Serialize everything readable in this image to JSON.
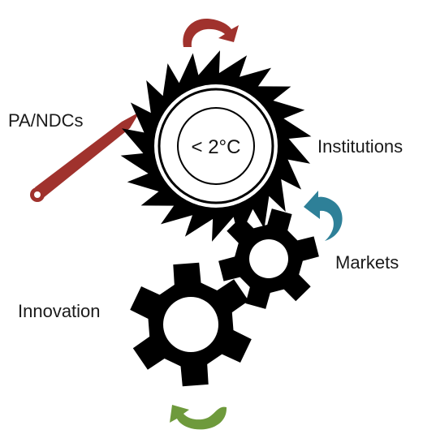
{
  "labels": {
    "center": "< 2°C",
    "institutions": "Institutions",
    "markets": "Markets",
    "innovation": "Innovation",
    "lever": "PA/NDCs"
  },
  "colors": {
    "gear": "#000000",
    "top_arrow": "#A0322D",
    "lever": "#A0322D",
    "markets_arrow": "#2E8098",
    "bottom_arrow": "#6E9A3C"
  },
  "icons": {
    "top_arrow": "curved-arrow-clockwise-icon",
    "markets_arrow": "curved-arrow-icon",
    "bottom_arrow": "curved-arrow-icon",
    "lever": "lever-icon",
    "sawtooth_gear": "sawtooth-gear-icon",
    "small_gear": "gear-icon",
    "large_gear": "gear-icon"
  }
}
